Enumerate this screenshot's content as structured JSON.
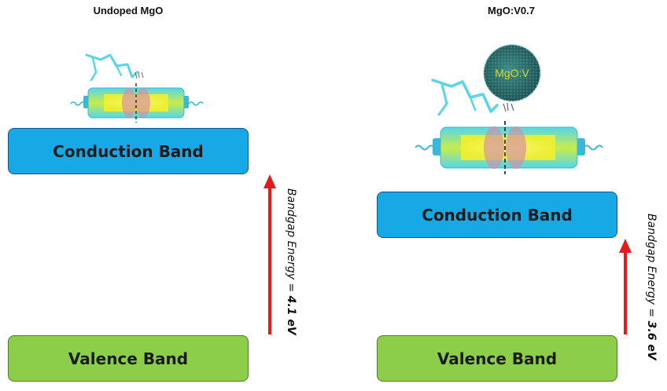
{
  "left_panel": {
    "title": "Undoped MgO",
    "conduction_label": "Conduction Band",
    "valence_label": "Valence Band",
    "energy_text": "Bandgap Energy = ",
    "energy_value": "4.1 eV"
  },
  "right_panel": {
    "title": "MgO:V0.7",
    "badge_text": "MgO:V",
    "conduction_label": "Conduction Band",
    "valence_label": "Valence Band",
    "energy_text": "Bandgap Energy = ",
    "energy_value": "3.6 eV"
  },
  "colors": {
    "conduction_fill": "#17a9e6",
    "valence_fill": "#8ccd4a",
    "arrow": "#e21b1b",
    "molecule_cyan": "#56d6e8",
    "molecule_yellow": "#f3ef2c",
    "badge_fill": "#2a6f6c"
  },
  "icons": [
    "photocatalyst-molecule-icon",
    "lightning-bolt-icon",
    "mgo-v-badge-icon",
    "red-up-arrow-icon"
  ]
}
